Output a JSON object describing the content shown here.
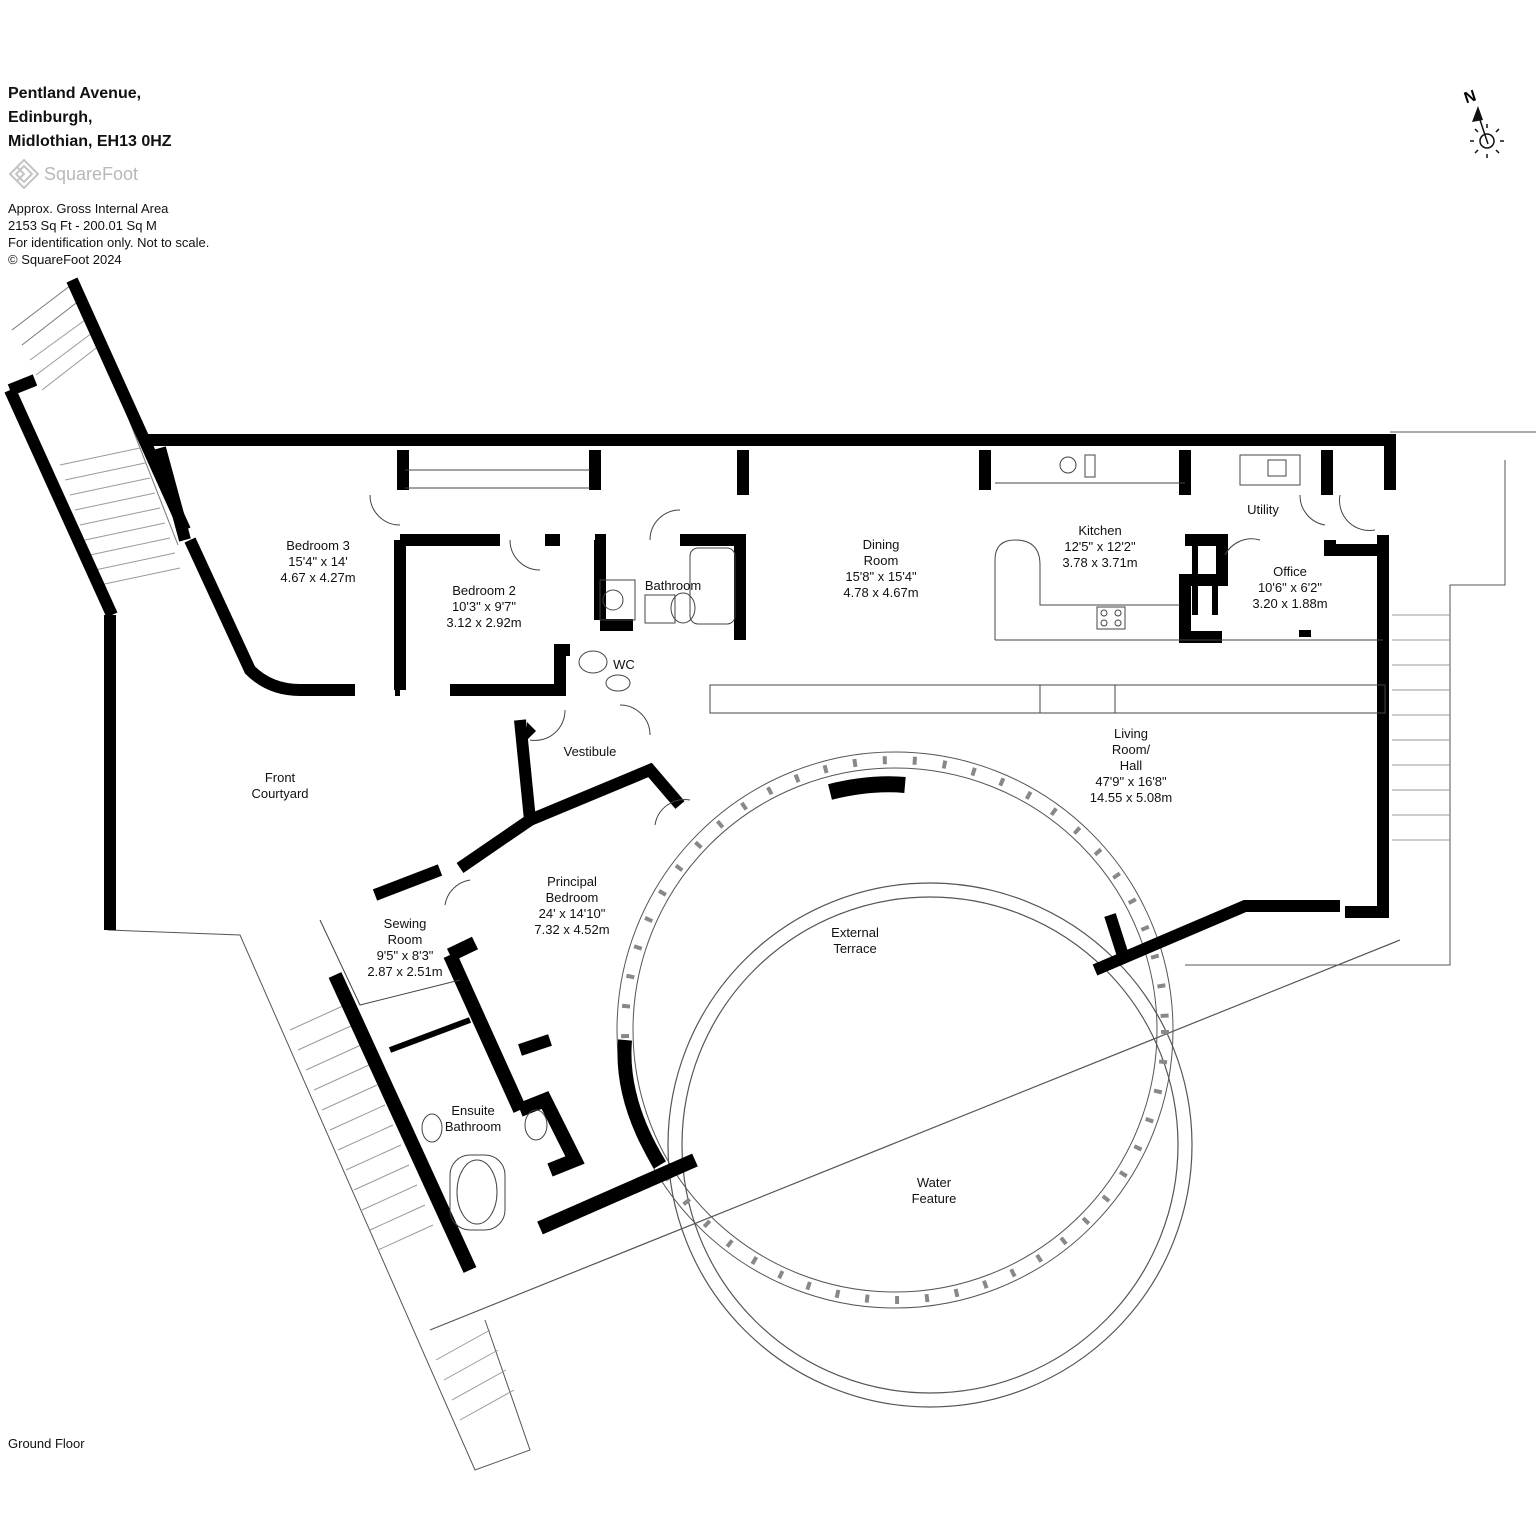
{
  "address": {
    "line1": "Pentland Avenue,",
    "line2": "Edinburgh,",
    "line3": "Midlothian, EH13 0HZ"
  },
  "brand": "SquareFoot",
  "area": {
    "line1": "Approx. Gross Internal Area",
    "line2": "2153 Sq Ft  -  200.01 Sq M",
    "line3": "For identification only. Not to scale.",
    "line4": "© SquareFoot 2024"
  },
  "compass": {
    "north": "N"
  },
  "floor": "Ground Floor",
  "rooms": {
    "bedroom3": {
      "name": "Bedroom 3",
      "imperial": "15'4\" x 14'",
      "metric": "4.67 x 4.27m"
    },
    "bedroom2": {
      "name": "Bedroom 2",
      "imperial": "10'3\" x 9'7\"",
      "metric": "3.12 x 2.92m"
    },
    "bathroom": {
      "name": "Bathroom"
    },
    "wc": {
      "name": "WC"
    },
    "dining": {
      "name1": "Dining",
      "name2": "Room",
      "imperial": "15'8\" x 15'4\"",
      "metric": "4.78 x 4.67m"
    },
    "kitchen": {
      "name": "Kitchen",
      "imperial": "12'5\" x 12'2\"",
      "metric": "3.78 x 3.71m"
    },
    "utility": {
      "name": "Utility"
    },
    "office": {
      "name": "Office",
      "imperial": "10'6\" x 6'2\"",
      "metric": "3.20 x 1.88m"
    },
    "vestibule": {
      "name": "Vestibule"
    },
    "courtyard": {
      "name1": "Front",
      "name2": "Courtyard"
    },
    "living": {
      "name1": "Living",
      "name2": "Room/",
      "name3": "Hall",
      "imperial": "47'9\" x 16'8\"",
      "metric": "14.55 x 5.08m"
    },
    "principal": {
      "name1": "Principal",
      "name2": "Bedroom",
      "imperial": "24' x 14'10\"",
      "metric": "7.32 x 4.52m"
    },
    "sewing": {
      "name1": "Sewing",
      "name2": "Room",
      "imperial": "9'5\" x 8'3\"",
      "metric": "2.87 x 2.51m"
    },
    "terrace": {
      "name1": "External",
      "name2": "Terrace"
    },
    "ensuite": {
      "name1": "Ensuite",
      "name2": "Bathroom"
    },
    "water": {
      "name1": "Water",
      "name2": "Feature"
    }
  }
}
